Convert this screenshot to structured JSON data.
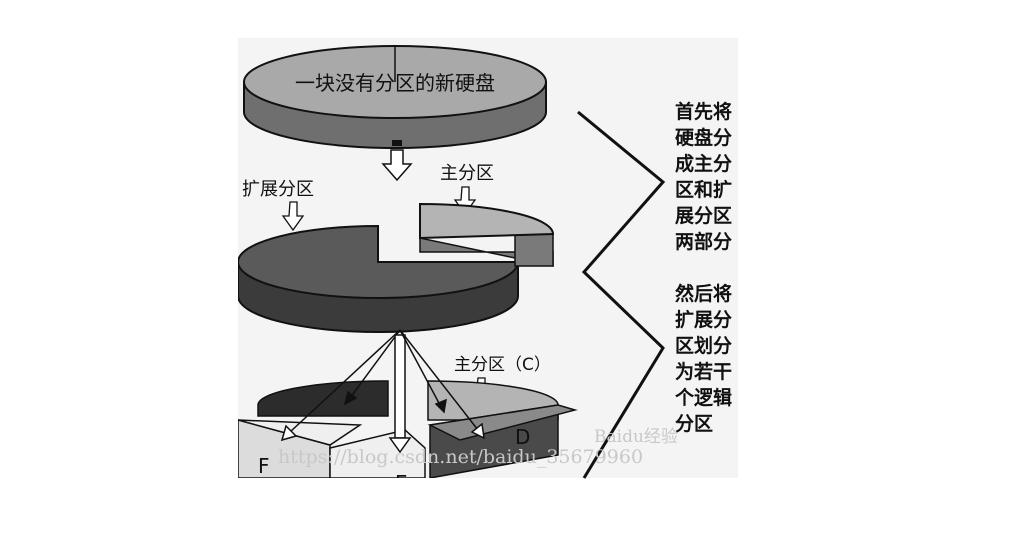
{
  "disk": {
    "label": "一块没有分区的新硬盘"
  },
  "labels": {
    "extended": "扩展分区",
    "primary_top": "主分区",
    "primary_c": "主分区（C）",
    "logical_d": "D",
    "logical_e": "E",
    "logical_f": "F"
  },
  "notes": {
    "step1": "首先将\n硬盘分\n成主分\n区和扩\n展分区\n两部分",
    "step2": "然后将\n扩展分\n区划分\n为若干\n个逻辑\n分区"
  },
  "watermark": {
    "url": "https://blog.csdn.net/baidu_35679960",
    "logo": "Baidu经验"
  },
  "colors": {
    "disk_top": "#a9a9a9",
    "disk_side": "#6f6f6f",
    "extended_top": "#5a5a5a",
    "extended_side": "#3b3b3b",
    "primary_top": "#b4b4b4",
    "dark_slice": "#2c2c2c",
    "light_slice": "#efefef",
    "outline": "#111111"
  }
}
